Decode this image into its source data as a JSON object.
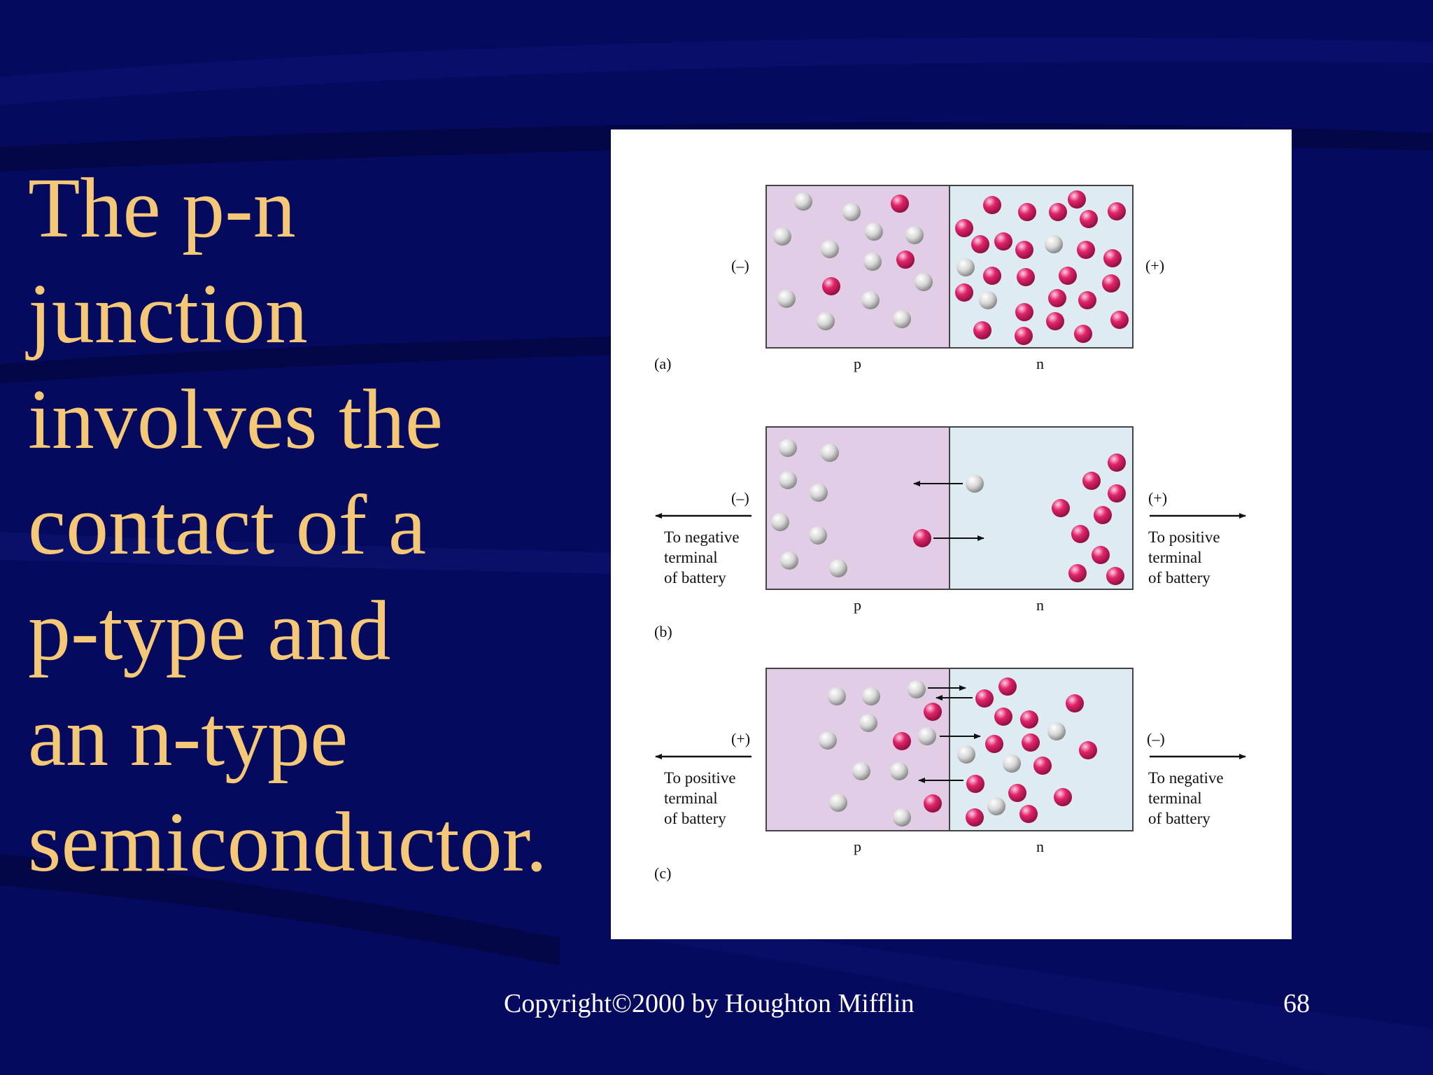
{
  "headline": {
    "lines": [
      "The p-n",
      "junction",
      "involves the",
      "contact of a",
      "p-type and",
      "an n-type",
      "semiconductor."
    ]
  },
  "figure": {
    "panel_a": {
      "label": "(a)",
      "left_sign": "(–)",
      "right_sign": "(+)",
      "p_label": "p",
      "n_label": "n"
    },
    "panel_b": {
      "label": "(b)",
      "left_sign": "(–)",
      "right_sign": "(+)",
      "left_caption": [
        "To negative",
        "terminal",
        "of battery"
      ],
      "right_caption": [
        "To positive",
        "terminal",
        "of battery"
      ],
      "p_label": "p",
      "n_label": "n"
    },
    "panel_c": {
      "label": "(c)",
      "left_sign": "(+)",
      "right_sign": "(–)",
      "left_caption": [
        "To positive",
        "terminal",
        "of battery"
      ],
      "right_caption": [
        "To negative",
        "terminal",
        "of battery"
      ],
      "p_label": "p",
      "n_label": "n"
    }
  },
  "footer": {
    "copyright": "Copyright©2000 by Houghton Mifflin",
    "page_number": "68"
  },
  "colors": {
    "background": "#050a5e",
    "headline": "#f5c878",
    "p_region": "#e2cde6",
    "n_region": "#deebf3",
    "hole": "#d7d7d7",
    "electron": "#e0246c"
  }
}
